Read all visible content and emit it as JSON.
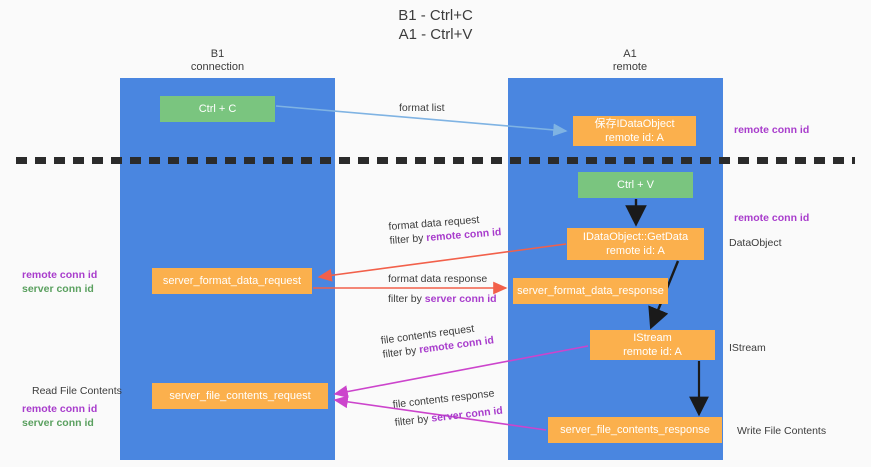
{
  "title": "B1 - Ctrl+C\nA1 - Ctrl+V",
  "colors": {
    "lane": "#4a86e0",
    "green_node": "#7ac57f",
    "orange_node": "#fbb04d",
    "remote_conn_id": "#a83ccc",
    "server_conn_id": "#5aa05f",
    "arrow_format_list": "#7fb3e3",
    "arrow_format_data": "#f2604a",
    "arrow_file_contents": "#cc44cc",
    "arrow_black": "#1a1a1a",
    "divider": "#2b2b2b",
    "background": "#fafafa"
  },
  "columns": [
    {
      "id": "b1",
      "title": "B1\nconnection"
    },
    {
      "id": "a1",
      "title": "A1\nremote"
    }
  ],
  "nodes": {
    "ctrl_c": "Ctrl + C",
    "idataobject": "保存IDataObject\nremote id: A",
    "ctrl_v": "Ctrl + V",
    "getdata": "IDataObject::GetData\nremote id: A",
    "server_format_data_request": "server_format_data_request",
    "server_format_data_response": "server_format_data_response",
    "istream": "IStream\nremote id: A",
    "server_file_contents_request": "server_file_contents_request",
    "server_file_contents_response": "server_file_contents_response"
  },
  "edge_labels": {
    "format_list": "format list",
    "format_data_request": "format data request",
    "format_data_request_filter_prefix": "filter by ",
    "format_data_request_filter_key": "remote conn id",
    "format_data_response": "format data response",
    "format_data_response_filter_prefix": "filter by ",
    "format_data_response_filter_key": "server conn id",
    "file_contents_request": "file contents request",
    "file_contents_request_filter_prefix": "filter by ",
    "file_contents_request_filter_key": "remote conn id",
    "file_contents_response": "file contents response",
    "file_contents_response_filter_prefix": "filter by ",
    "file_contents_response_filter_key": "server conn id"
  },
  "annotations": {
    "right": [
      {
        "id": "remote-conn-id-top",
        "text": "remote conn id",
        "style": "remote"
      },
      {
        "id": "remote-conn-id-mid",
        "text": "remote conn id",
        "style": "remote"
      },
      {
        "id": "dataobject",
        "text": "DataObject",
        "style": "plain"
      },
      {
        "id": "istream",
        "text": "IStream",
        "style": "plain"
      },
      {
        "id": "write-file-contents",
        "text": "Write File Contents",
        "style": "plain"
      }
    ],
    "left": [
      {
        "id": "remote-conn-id-a",
        "text": "remote conn id",
        "style": "remote"
      },
      {
        "id": "server-conn-id-a",
        "text": "server conn id",
        "style": "server"
      },
      {
        "id": "read-file-contents",
        "text": "Read File Contents",
        "style": "plain"
      },
      {
        "id": "remote-conn-id-b",
        "text": "remote conn id",
        "style": "remote"
      },
      {
        "id": "server-conn-id-b",
        "text": "server conn id",
        "style": "server"
      }
    ]
  }
}
